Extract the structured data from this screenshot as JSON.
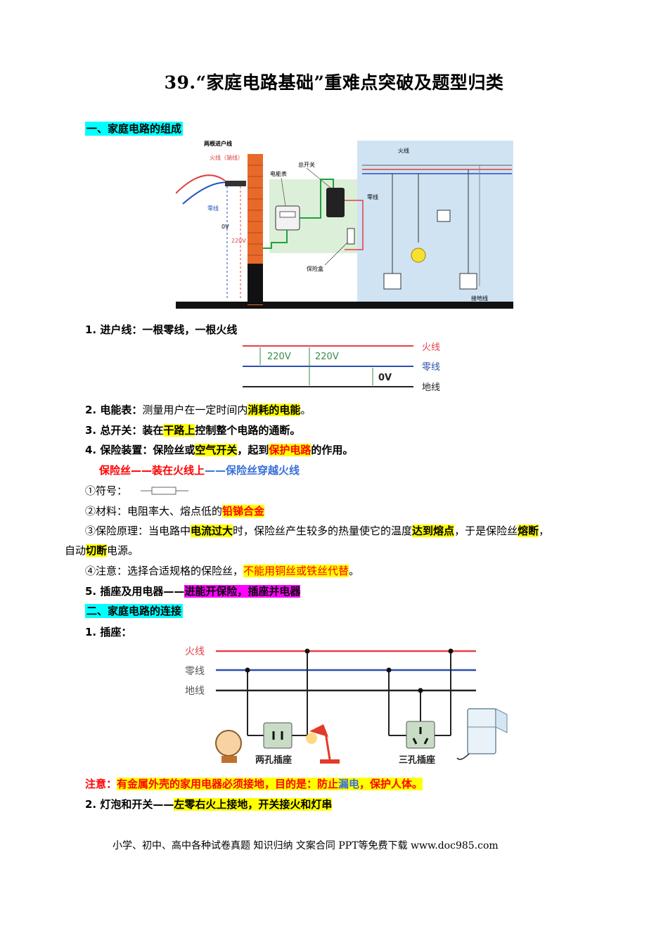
{
  "title": "39.“家庭电路基础”重难点突破及题型归类",
  "sections": {
    "s1": "一、家庭电路的组成",
    "s2": "二、家庭电路的连接"
  },
  "diagram1": {
    "incoming": "两根进户线",
    "live_neutral": "火线（端线）",
    "neutral": "零线",
    "v0": "0V",
    "v220": "220V",
    "meter": "电能表",
    "main_switch": "总开关",
    "fuse_box": "保险盒",
    "live": "火线",
    "neutral_r": "零线",
    "ground": "接地线"
  },
  "item1": "1. 进户线：一根零线，一根火线",
  "voltage": {
    "v1": "220V",
    "v2": "220V",
    "v3": "0V",
    "live": "火线",
    "neutral": "零线",
    "ground": "地线"
  },
  "item2": {
    "a": "2. 电能表：",
    "b": "测量用户在一定时间内",
    "c": "消耗的电能",
    "d": "。"
  },
  "item3": {
    "a": "3. 总开关：",
    "b": "装在",
    "c": "干路上",
    "d": "控制整个电路的通断。"
  },
  "item4": {
    "a": "4. 保险装置：",
    "b": "保险丝或",
    "c": "空气开关",
    "d": "，起到",
    "e": "保护电路",
    "f": "的作用。"
  },
  "fuse_line": {
    "a": "保险丝",
    "b": "——",
    "c": "装在火线上",
    "d": "——",
    "e": "保险丝穿越火线"
  },
  "symbol": "①符号：",
  "material": {
    "a": "②材料：电阻率大、熔点低的",
    "b": "铅锑合金"
  },
  "principle": {
    "a": "③保险原理：当电路中",
    "b": "电流过大",
    "c": "时，保险丝产生较多的热量使它的温度",
    "d": "达到熔点",
    "e": "，于是保险丝",
    "f": "熔断",
    "g": "，",
    "h": "自动",
    "i": "切断",
    "j": "电源。"
  },
  "notice": {
    "a": "④注意：选择合适规格的保险丝，",
    "b": "不能用铜丝或铁丝代替",
    "c": "。"
  },
  "item5": {
    "a": "5. 插座及用电器——",
    "b": "进能开保险，插座并电器"
  },
  "socket_title": "1. 插座：",
  "diagram2": {
    "live": "火线",
    "neutral": "零线",
    "ground": "地线",
    "two_hole": "两孔插座",
    "three_hole": "三孔插座"
  },
  "attention": {
    "a": "注意：",
    "b": "有金属外壳的家用电器必须接地，目的是：防止",
    "c": "漏电",
    "d": "，保护人体。"
  },
  "bulb": {
    "a": "2. 灯泡和开关——",
    "b": "左零右火上接地，开关接火和灯串"
  },
  "footer": "小学、初中、高中各种试卷真题  知识归纳  文案合同  PPT等免费下载      www.doc985.com",
  "colors": {
    "live": "#e8404a",
    "neutral": "#2b4fb0",
    "ground": "#222222",
    "section_bg": "#00ffff",
    "highlight": "#ffff00",
    "magenta": "#ff00ff"
  }
}
